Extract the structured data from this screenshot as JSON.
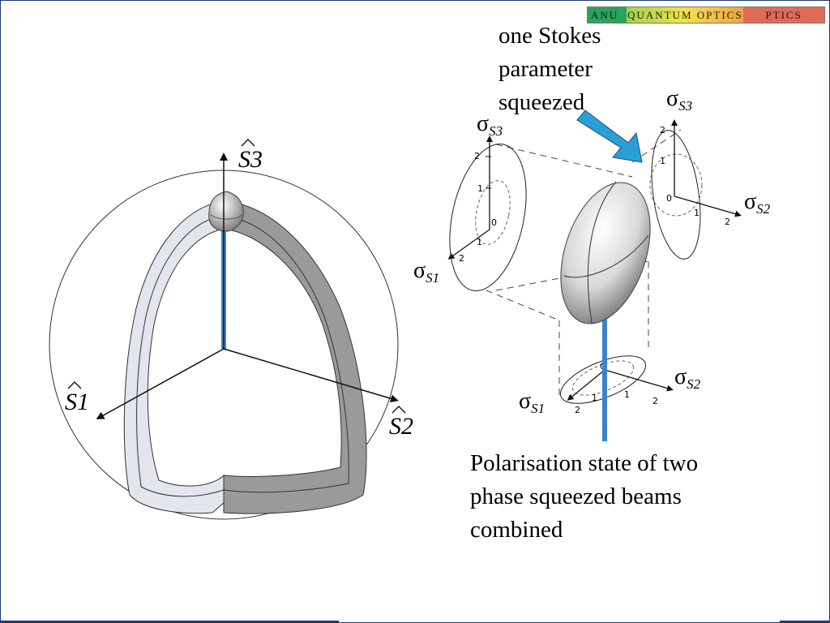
{
  "logo": {
    "part1": "ANU",
    "part2": "QUANTUM OPTICS",
    "part3": "PTICS"
  },
  "caption_top": [
    "one Stokes",
    "parameter",
    "squeezed"
  ],
  "caption_bottom": [
    "Polarisation state of two",
    "phase squeezed beams",
    "combined"
  ],
  "sphere_axes": {
    "s1": "S1",
    "s2": "S2",
    "s3": "S3"
  },
  "projection_labels": {
    "left_s3": "σS3",
    "left_s1": "σS1",
    "right_s3": "σS3",
    "right_s2": "σS2",
    "bottom_s1": "σS1",
    "bottom_s2": "σS2",
    "sigma": "σ",
    "sub_s1": "S1",
    "sub_s2": "S2",
    "sub_s3": "S3"
  },
  "ticks": {
    "t0": "0",
    "t1": "1",
    "t2": "2"
  },
  "colors": {
    "beam": "#3c84c8",
    "arrow": "#2a9fd6",
    "dark_band": "#9a9a9a",
    "light_band": "#e4e6ee"
  }
}
